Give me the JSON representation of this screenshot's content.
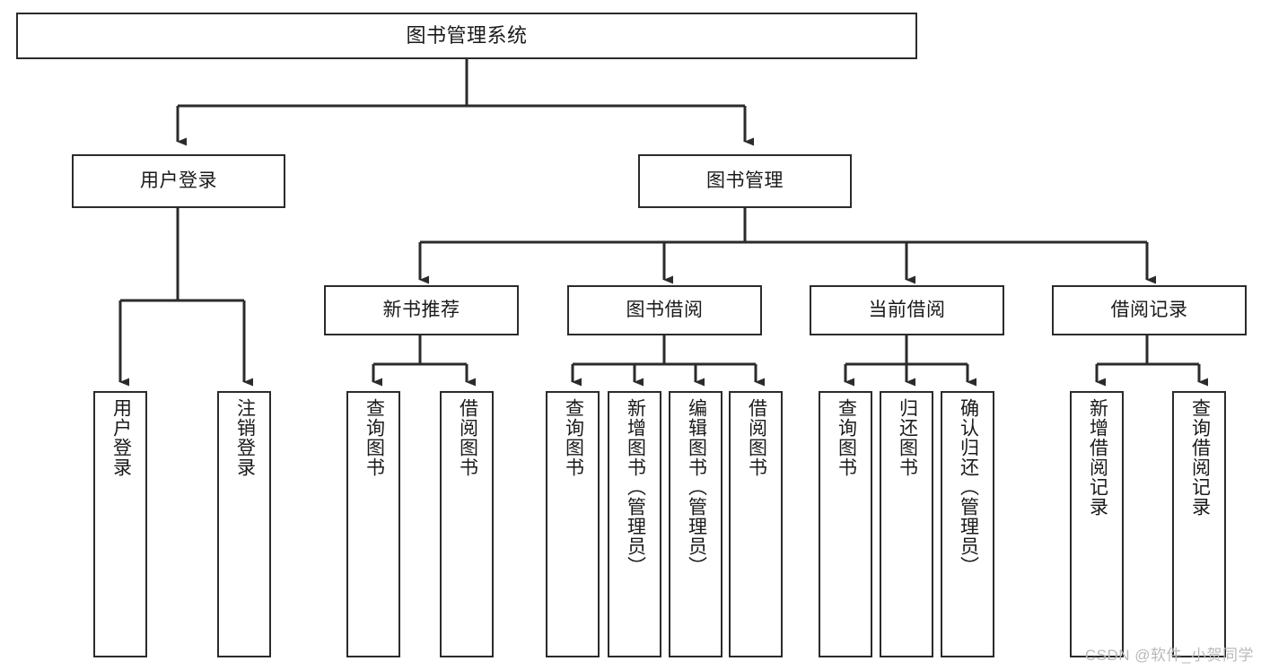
{
  "diagram": {
    "title": "图书管理系统",
    "type": "tree",
    "watermark": "CSDN @软件_小贺同学",
    "colors": {
      "stroke": "#2b2b2b",
      "fill": "#ffffff",
      "text": "#1a1a1a",
      "watermark": "#b9b9b9"
    },
    "root": {
      "label": "图书管理系统",
      "orientation": "horizontal"
    },
    "level2": [
      {
        "label": "用户登录",
        "orientation": "horizontal"
      },
      {
        "label": "图书管理",
        "orientation": "horizontal"
      }
    ],
    "level3": [
      {
        "label": "新书推荐",
        "orientation": "horizontal"
      },
      {
        "label": "图书借阅",
        "orientation": "horizontal"
      },
      {
        "label": "当前借阅",
        "orientation": "horizontal"
      },
      {
        "label": "借阅记录",
        "orientation": "horizontal"
      }
    ],
    "leaves": {
      "user_login": [
        {
          "label": "用户登录",
          "orientation": "vertical"
        },
        {
          "label": "注销登录",
          "orientation": "vertical"
        }
      ],
      "new_book_recommend": [
        {
          "label": "查询图书",
          "orientation": "vertical"
        },
        {
          "label": "借阅图书",
          "orientation": "vertical"
        }
      ],
      "book_borrow": [
        {
          "label": "查询图书",
          "orientation": "vertical"
        },
        {
          "label": "新增图书（管理员）",
          "orientation": "vertical"
        },
        {
          "label": "编辑图书（管理员）",
          "orientation": "vertical"
        },
        {
          "label": "借阅图书",
          "orientation": "vertical"
        }
      ],
      "current_borrow": [
        {
          "label": "查询图书",
          "orientation": "vertical"
        },
        {
          "label": "归还图书",
          "orientation": "vertical"
        },
        {
          "label": "确认归还（管理员）",
          "orientation": "vertical"
        }
      ],
      "borrow_record": [
        {
          "label": "新增借阅记录",
          "orientation": "vertical"
        },
        {
          "label": "查询借阅记录",
          "orientation": "vertical"
        }
      ]
    }
  }
}
